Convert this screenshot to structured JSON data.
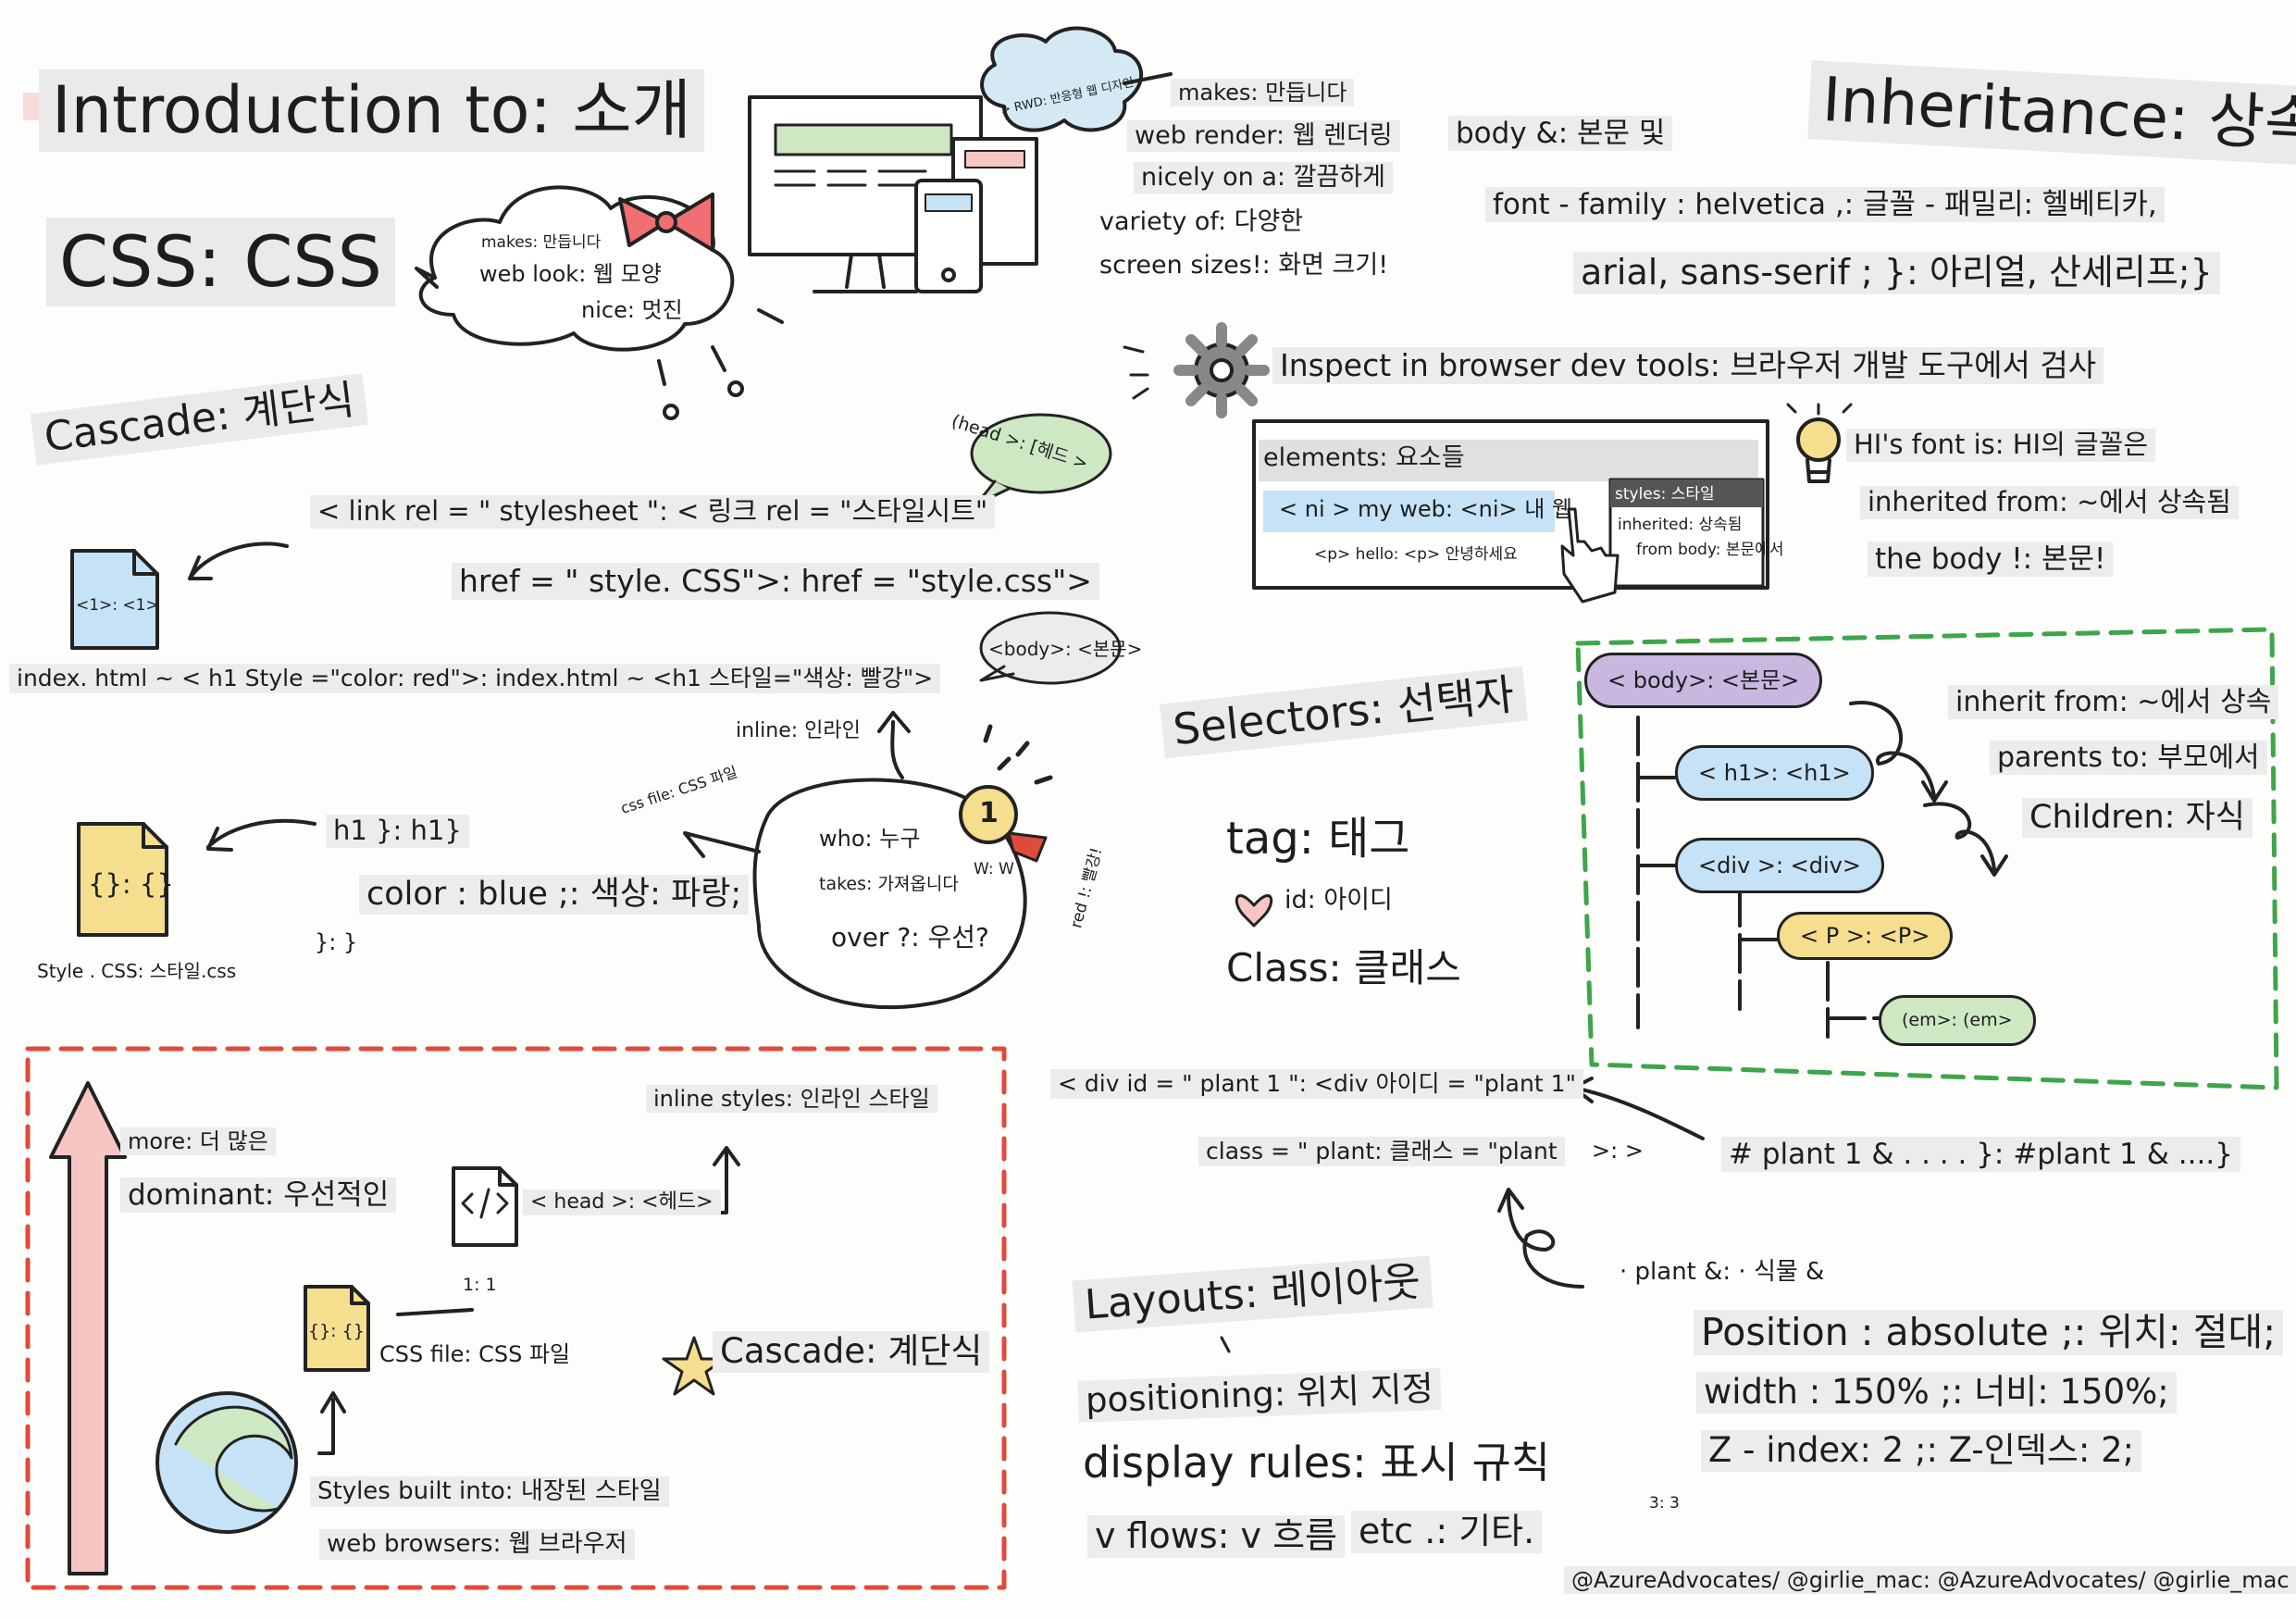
{
  "title": {
    "line1": "Introduction to: 소개",
    "line2": "CSS: CSS"
  },
  "intro": {
    "cloud_left": [
      "makes: 만듭니다",
      "web look: 웹 모양",
      "nice: 멋진"
    ],
    "cloud_right_label": "> RWD: 반응형 웹 디자인",
    "right_lines": [
      "makes: 만듭니다",
      "web render: 웹 렌더링",
      "nicely on a: 깔끔하게",
      "variety of: 다양한",
      "screen sizes!: 화면 크기!"
    ]
  },
  "inheritance": {
    "heading": "Inheritance: 상속",
    "body_label": "body &: 본문 및",
    "font_line1": "font - family : helvetica ,: 글꼴 - 패밀리: 헬베티카,",
    "font_line2": "arial, sans-serif ; }: 아리얼, 산세리프;}",
    "inspect": "Inspect in browser dev tools: 브라우저 개발 도구에서 검사",
    "devtools": {
      "elements": "elements: 요소들",
      "row1": "< ni > my web: <ni> 내 웹",
      "row2": "<p> hello: <p> 안녕하세요",
      "panel_title": "styles: 스타일",
      "panel_l1": "inherited: 상속됨",
      "panel_l2": "from body: 본문에서"
    },
    "bulb_lines": [
      "HI's font is: HI의 글꼴은",
      "inherited from: ~에서 상속됨",
      "the body !: 본문!"
    ],
    "tree": [
      "< body>: <본문>",
      "< h1>: <h1>",
      "<div >: <div>",
      "< P >: <P>",
      "(em>: (em>"
    ],
    "tree_notes": [
      "inherit from: ~에서 상속",
      "parents to: 부모에서",
      "Children: 자식"
    ]
  },
  "cascade": {
    "heading": "Cascade: 계단식",
    "link_line": "< link rel = \" stylesheet \": < 링크 rel = \"스타일시트\"",
    "href_line": "href = \" style. CSS\">: href = \"style.css\">",
    "head_bubble": "(head >: [헤드 >",
    "doc_label": "<1>: <1>",
    "index_line": "index. html ~ < h1 Style =\"color: red\">: index.html ~ <h1 스타일=\"색상: 빨강\">",
    "body_bubble": "<body>: <본문>",
    "inline_label": "inline: 인라인",
    "css_file_small": "css file: CSS 파일",
    "bubble_lines": [
      "who: 누구",
      "takes: 가져옵니다",
      "over ?: 우선?"
    ],
    "w_label": "W: W",
    "red_label": "red !: 빨강!",
    "medal": "1",
    "css_file_icon": "{}: {}",
    "h1_line": "h1 }: h1}",
    "color_line": "color : blue ;: 색상: 파랑;",
    "close_line": "}: }",
    "style_file": "Style . CSS: 스타일.css"
  },
  "priority": {
    "more": "more: 더 많은",
    "dominant": "dominant: 우선적인",
    "inline_styles": "inline styles: 인라인 스타일",
    "head": "< head >: <헤드>",
    "ratio": "1: 1",
    "css_file": "CSS file: CSS 파일",
    "cascade_label": "Cascade: 계단식",
    "builtin_l1": "Styles built into: 내장된 스타일",
    "builtin_l2": "web browsers: 웹 브라우저",
    "css_icon": "{}: {}"
  },
  "selectors": {
    "heading": "Selectors: 선택자",
    "tag": "tag: 태그",
    "id": "id: 아이디",
    "class": "Class: 클래스",
    "div_line": "< div id = \" plant 1 \": <div 아이디 = \"plant 1\"",
    "class_line": "class = \" plant: 클래스 = \"plant",
    "gt": ">: >",
    "plant_rule": "# plant 1 & . . . . }: #plant 1 & ....}"
  },
  "layouts": {
    "heading": "Layouts: 레이아웃",
    "lines": [
      "positioning: 위치 지정",
      "display rules: 표시 규칙",
      "v flows: v 흐름",
      "etc .: 기타."
    ],
    "plant_class": "· plant &: · 식물 &",
    "position": "Position : absolute ;: 위치: 절대;",
    "width": "width : 150% ;: 너비: 150%;",
    "zindex": "Z - index: 2 ;: Z-인덱스: 2;",
    "ratio": "3: 3"
  },
  "credit": "@AzureAdvocates/ @girlie_mac: @AzureAdvocates/ @girlie_mac",
  "colors": {
    "dash_red": "#e04a3c",
    "dash_green": "#3ea54b",
    "bow": "#ef6f72",
    "purple": "#c8b8e0",
    "blue": "#c6e2f6",
    "yellow": "#f5de8e",
    "green": "#cfe8c4",
    "pink_arrow": "#f6c6c3"
  }
}
